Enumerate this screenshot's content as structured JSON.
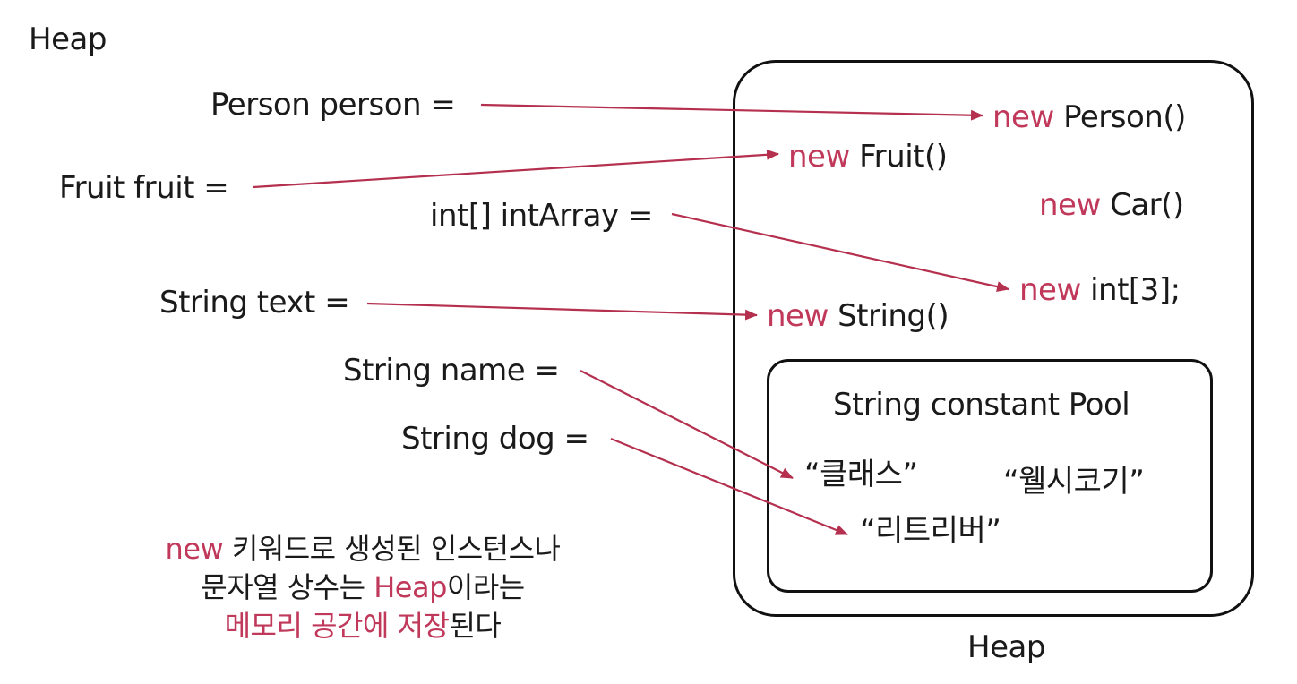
{
  "title": "Heap",
  "heap_label": "Heap",
  "pool_title": "String constant Pool",
  "keyword": "new",
  "variables": {
    "person": "Person person =",
    "fruit": "Fruit fruit =",
    "intArray": "int[] intArray =",
    "text": "String text =",
    "name": "String name =",
    "dog": "String dog ="
  },
  "objects": {
    "person": "Person()",
    "fruit": "Fruit()",
    "car": "Car()",
    "intArray": "int[3];",
    "string": "String()"
  },
  "pool_strings": {
    "class": "“클래스”",
    "welsh": "“웰시코기”",
    "retriever": "“리트리버”"
  },
  "caption": {
    "line1_kw": "new",
    "line1_rest": " 키워드로 생성된 인스턴스나",
    "line2_pre": "문자열 상수는 ",
    "line2_kw": "Heap",
    "line2_post": "이라는",
    "line3_kw": "메모리 공간에 저장",
    "line3_post": "된다"
  },
  "colors": {
    "accent": "#c0385a",
    "arrow": "#b5304f",
    "text": "#1a1a1a",
    "border": "#111111"
  }
}
